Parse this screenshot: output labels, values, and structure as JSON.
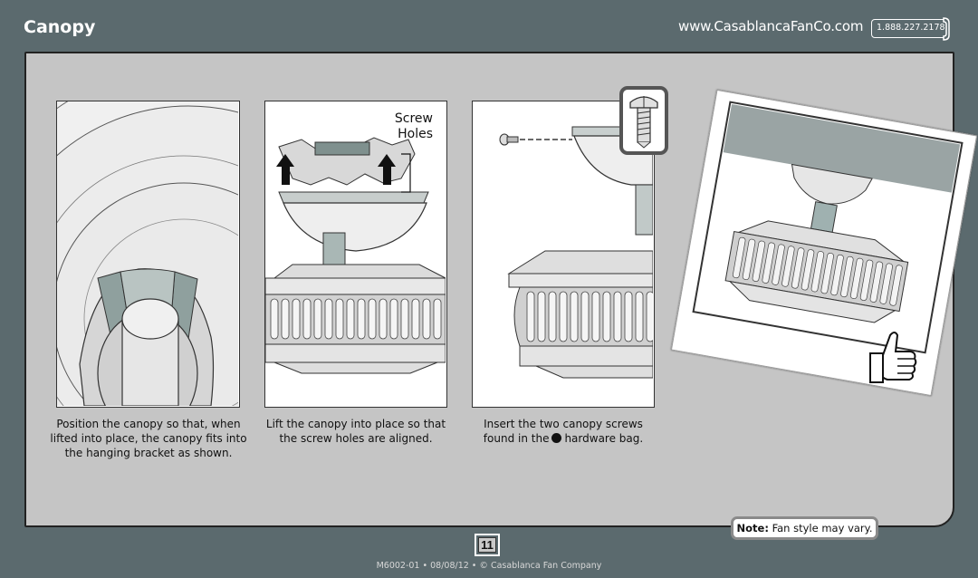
{
  "header": {
    "title": "Canopy",
    "website": "www.CasablancaFanCo.com",
    "phone": "1.888.227.2178"
  },
  "steps": [
    {
      "caption_lines": [
        "Position the canopy so that, when",
        "lifted into place, the canopy fits into",
        "the hanging bracket as shown."
      ]
    },
    {
      "caption_lines": [
        "Lift the canopy into place so that",
        "the screw holes are aligned."
      ],
      "callout_lines": [
        "Screw",
        "Holes"
      ]
    },
    {
      "caption_line1": "Insert the two canopy screws",
      "caption_line2_before": "found in the",
      "caption_line2_after": "hardware bag."
    }
  ],
  "note": {
    "label": "Note:",
    "text": " Fan style may vary."
  },
  "page_number": "11",
  "footer": "M6002-01 • 08/08/12 • © Casablanca Fan Company"
}
